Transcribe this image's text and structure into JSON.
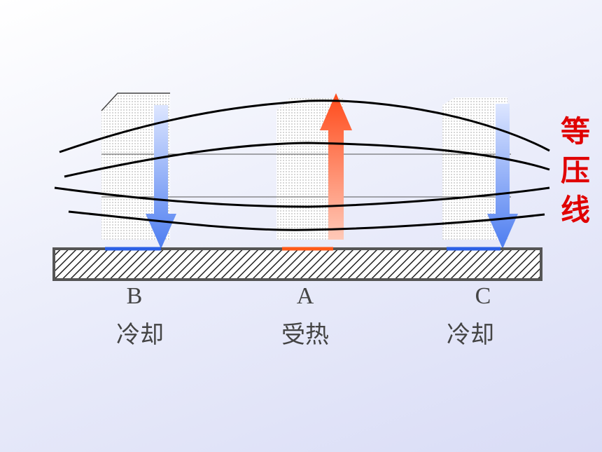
{
  "locations": [
    {
      "letter": "B",
      "state": "冷却",
      "arrow": "down"
    },
    {
      "letter": "A",
      "state": "受热",
      "arrow": "up"
    },
    {
      "letter": "C",
      "state": "冷却",
      "arrow": "down"
    }
  ],
  "isobar_label": [
    "等",
    "压",
    "线"
  ],
  "colors": {
    "cool": "#4477ee",
    "heat": "#ff5a2a",
    "isobar_label": "#e00000",
    "ground": "#555555"
  }
}
